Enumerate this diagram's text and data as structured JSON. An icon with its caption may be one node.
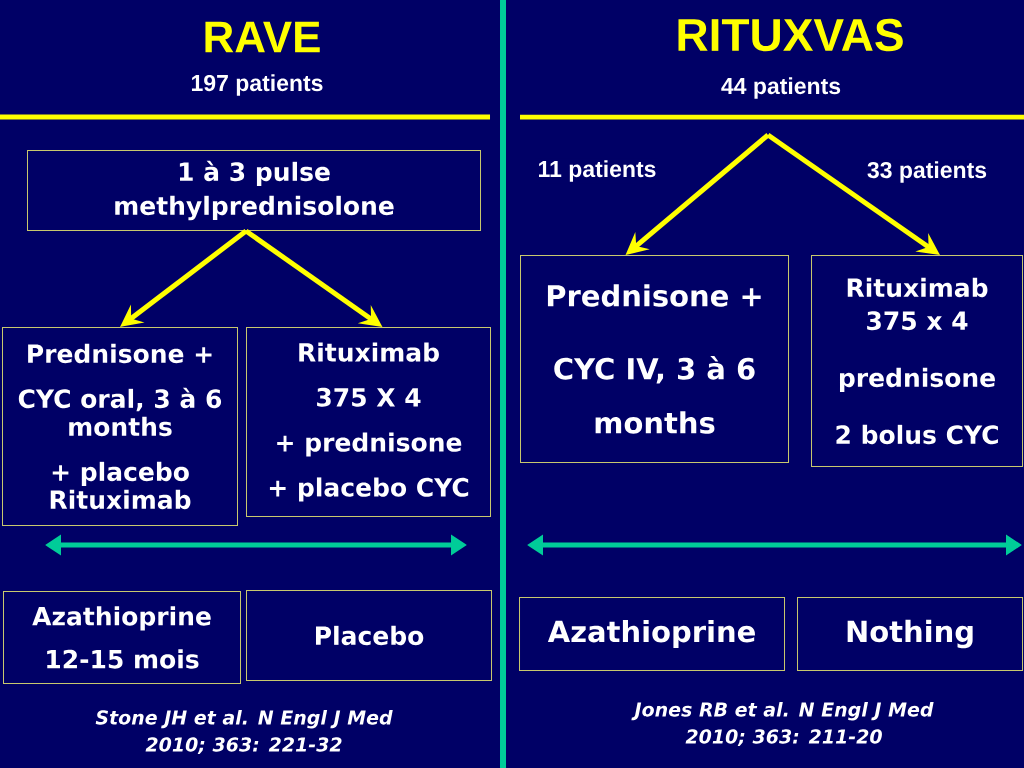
{
  "diagram": {
    "nodes": [
      {
        "text": [
          "1 à 3 pulse methylprednisolone"
        ]
      },
      {
        "text": [
          "Prednisone +",
          "CYC oral, 3 à 6 months",
          "+ placebo Rituximab"
        ]
      },
      {
        "text": [
          "Rituximab",
          "375 X 4",
          "+ prednisone",
          "+ placebo CYC"
        ]
      },
      {
        "text": [
          "Azathioprine",
          "12-15 mois"
        ]
      },
      {
        "text": [
          "Placebo"
        ]
      },
      {
        "text": [
          "Prednisone +",
          "CYC IV, 3 à 6 months"
        ]
      },
      {
        "text": [
          "Rituximab 375 x 4",
          "prednisone",
          "2 bolus CYC"
        ]
      },
      {
        "text": [
          "Azathioprine"
        ]
      },
      {
        "text": [
          "Nothing"
        ]
      }
    ],
    "edges": [
      {
        "from": 0,
        "to": 1,
        "arrow": "to"
      },
      {
        "from": 0,
        "to": 2,
        "arrow": "to"
      },
      {
        "from": null,
        "to": 5,
        "arrow": "to",
        "label": "11 patients"
      },
      {
        "from": null,
        "to": 6,
        "arrow": "to",
        "label": "33 patients"
      }
    ],
    "labels": [
      "RAVE",
      "197 patients",
      "RITUXVAS",
      "44 patients",
      "Stone JH et al. N Engl J Med 2010; 363: 221-32",
      "Jones RB et al. N Engl J Med 2010; 363: 211-20"
    ]
  }
}
